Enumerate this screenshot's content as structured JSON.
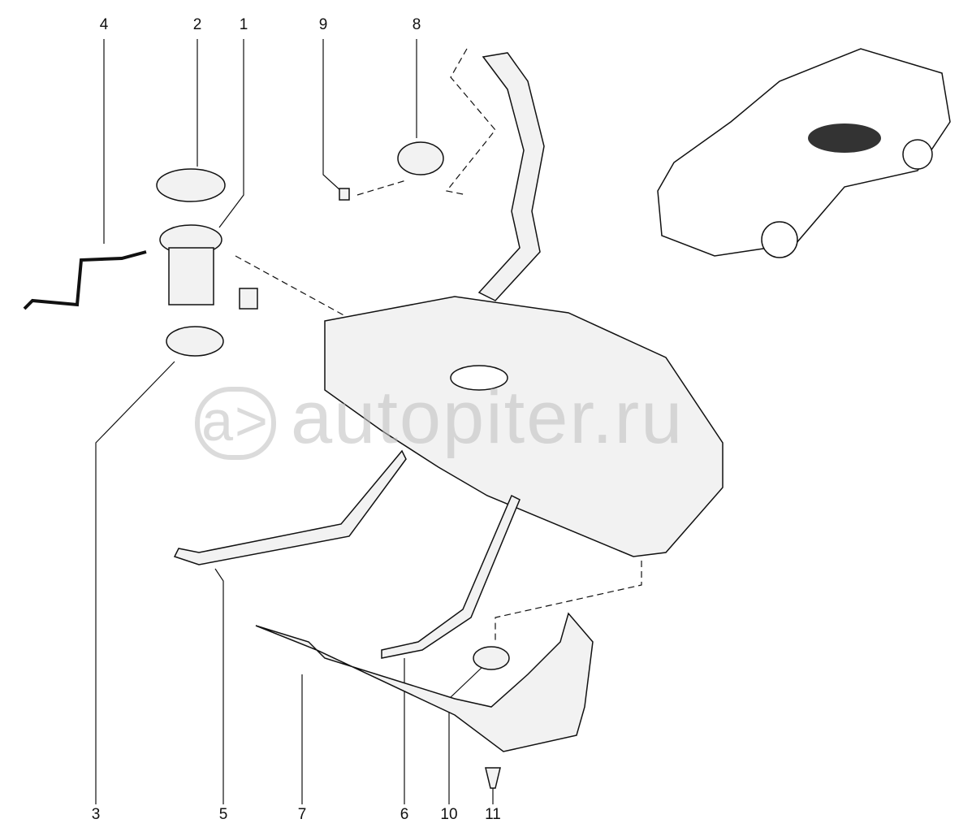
{
  "callouts": [
    {
      "id": "1",
      "label": "1"
    },
    {
      "id": "2",
      "label": "2"
    },
    {
      "id": "3",
      "label": "3"
    },
    {
      "id": "4",
      "label": "4"
    },
    {
      "id": "5",
      "label": "5"
    },
    {
      "id": "6",
      "label": "6"
    },
    {
      "id": "7",
      "label": "7"
    },
    {
      "id": "8",
      "label": "8"
    },
    {
      "id": "9",
      "label": "9"
    },
    {
      "id": "10",
      "label": "10"
    },
    {
      "id": "11",
      "label": "11"
    }
  ],
  "watermark": {
    "logo": "a>",
    "text": "autopiter.ru"
  }
}
